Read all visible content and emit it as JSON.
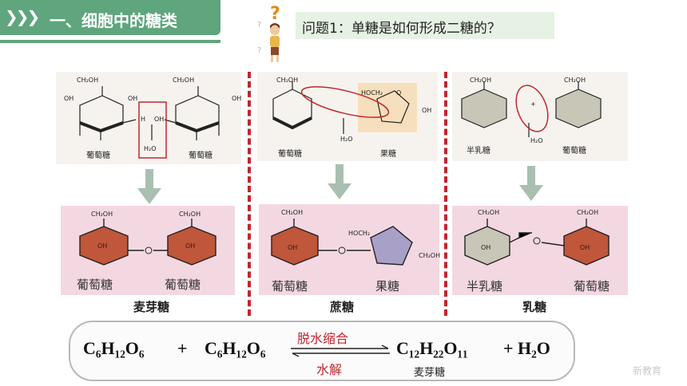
{
  "header": {
    "arrows": "❯❯❯",
    "title": "一、细胞中的糖类"
  },
  "question": {
    "text": "问题1：单糖是如何形成二糖的？",
    "icon": "question-person-icon"
  },
  "panels": {
    "maltose": {
      "left_mono": "葡萄糖",
      "right_mono": "葡萄糖",
      "water": "H₂O",
      "left_result": "葡萄糖",
      "right_result": "葡萄糖",
      "name": "麦芽糖"
    },
    "sucrose": {
      "left_mono": "葡萄糖",
      "right_mono": "果糖",
      "water": "H₂O",
      "left_result": "葡萄糖",
      "right_result": "果糖",
      "name": "蔗糖"
    },
    "lactose": {
      "left_mono": "半乳糖",
      "right_mono": "葡萄糖",
      "water": "H₂O",
      "left_result": "半乳糖",
      "right_result": "葡萄糖",
      "name": "乳糖"
    }
  },
  "labels": {
    "ch2oh": "CH₂OH",
    "oh": "OH",
    "o": "O",
    "h": "H",
    "hoch2": "HOCH₂",
    "plus": "+"
  },
  "equation": {
    "reactant1": "C₆H₁₂O₆",
    "plus1": "+",
    "reactant2": "C₆H₁₂O₆",
    "forward": "脱水缩合",
    "reverse": "水解",
    "product": "C₁₂H₂₂O₁₁",
    "product_name": "麦芽糖",
    "plus2": "+ H₂O"
  },
  "logo": "新教育",
  "colors": {
    "header_green": "#5fa57d",
    "question_bg": "#e6f2e3",
    "ring_red": "#c0563a",
    "ring_purple": "#a9a0c8",
    "ring_gray": "#c8c6b6",
    "red": "#c0272d",
    "pink": "#f3d8e2"
  }
}
